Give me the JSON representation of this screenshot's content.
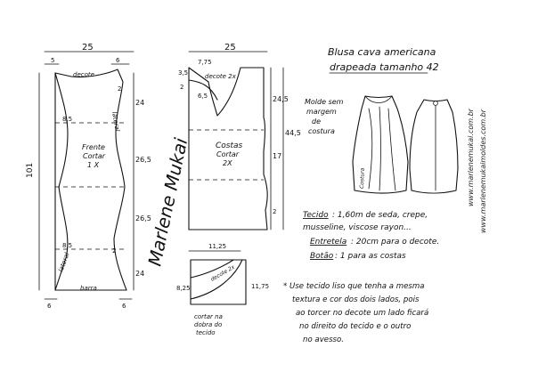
{
  "title": {
    "line1": "Blusa cava americana",
    "line2": "drapeada tamanho 42"
  },
  "front_piece": {
    "label_line1": "Frente",
    "label_line2": "Cortar",
    "label_line3": "1 X",
    "top_width": "25",
    "height": "101",
    "neck_offset": "5",
    "shoulder_offset": "6",
    "bottom_left": "6",
    "bottom_right": "6",
    "decote": "decote",
    "lateral_top": "lateral",
    "lateral_bottom": "lateral",
    "barra": "barra",
    "waist_left_top": "8,5",
    "waist_left_bottom": "8,5",
    "seg_24_top": "24",
    "seg_265_top": "26,5",
    "seg_265_bottom": "26,5",
    "seg_24_bottom": "24",
    "cava_small": "2",
    "cava_small_bottom": "2"
  },
  "back_piece": {
    "label_line1": "Costas",
    "label_line2": "Cortar",
    "label_line3": "2X",
    "top_width": "25",
    "neck_a": "7,75",
    "neck_b": "3,5",
    "neck_c": "2",
    "neck_d": "6,5",
    "decote": "decote 2x",
    "height_side": "44,5",
    "seg_245": "24,5",
    "seg_17": "17",
    "mark_2": "2"
  },
  "facing_piece": {
    "width": "11,25",
    "height_left": "8,25",
    "height_right": "11,75",
    "decote": "decote 2x",
    "note_line1": "cortar na",
    "note_line2": "dobra do",
    "note_line3": "tecido"
  },
  "molde_note": {
    "line1": "Molde sem",
    "line2": "margem",
    "line3": "de",
    "line4": "costura",
    "costura_label": "Costura"
  },
  "materials": {
    "tecido": "Tecido",
    "tecido_text": ": 1,60m de seda, crepe,",
    "tecido_text2": "musseline, viscose rayon...",
    "entretela": "Entretela",
    "entretela_text": ": 20cm para o decote.",
    "botao": "Botão",
    "botao_text": ": 1 para as costas"
  },
  "note": {
    "line1": "* Use tecido liso que tenha a mesma",
    "line2": "textura e cor dos dois lados, pois",
    "line3": "ao torcer no decote um lado ficará",
    "line4": "no direito do tecido e o outro",
    "line5": "no avesso."
  },
  "signature": "Marlene Mukai",
  "side_urls": {
    "url1": "www.marlenemukai.com.br",
    "url2": "www.marlenemukaimoldes.com.br"
  }
}
